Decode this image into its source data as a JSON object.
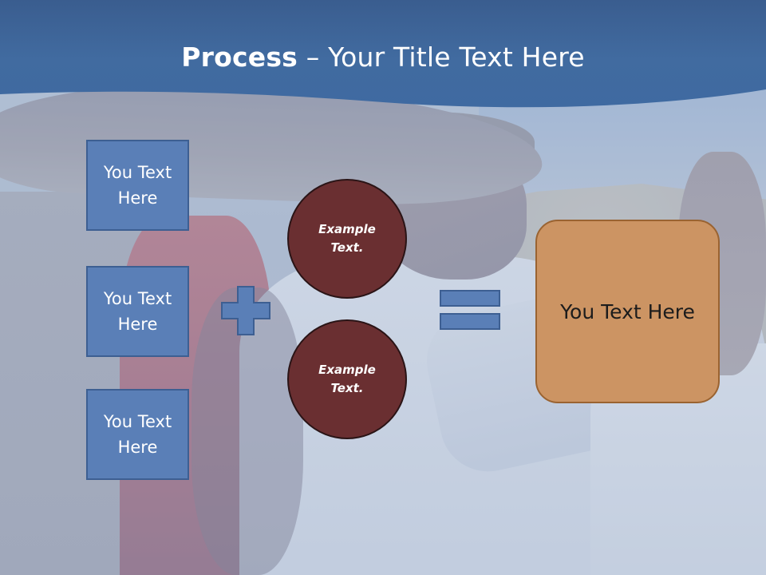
{
  "slide": {
    "title_bold": "Process",
    "title_rest": " – Your Title Text Here"
  },
  "inputs": [
    {
      "label": "You Text Here"
    },
    {
      "label": "You Text Here"
    },
    {
      "label": "You Text Here"
    }
  ],
  "operators": {
    "plus": "plus-icon",
    "equals": "equals-icon"
  },
  "circles": [
    {
      "label": "Example Text."
    },
    {
      "label": "Example Text."
    }
  ],
  "result": {
    "label": "You Text Here"
  },
  "colors": {
    "header": "#416ba0",
    "box_fill": "#5a7fb7",
    "circle_fill": "#6a2f31",
    "result_fill": "#cc9463"
  }
}
